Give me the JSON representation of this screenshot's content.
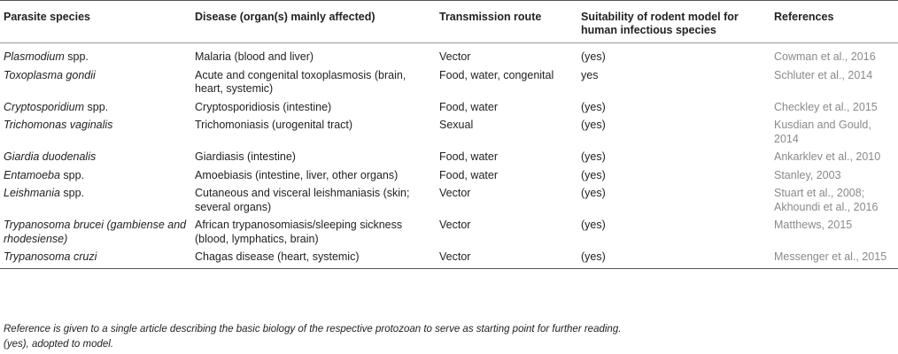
{
  "headers": {
    "species": "Parasite species",
    "disease": "Disease (organ(s) mainly affected)",
    "transmission": "Transmission route",
    "suitability": "Suitability of rodent model for human infectious species",
    "references": "References"
  },
  "rows": [
    {
      "species": "Plasmodium",
      "species_suffix": " spp.",
      "disease": "Malaria (blood and liver)",
      "transmission": "Vector",
      "suitability": "(yes)",
      "references": "Cowman et al., 2016"
    },
    {
      "species": "Toxoplasma gondii",
      "species_suffix": "",
      "disease": "Acute and congenital toxoplasmosis (brain, heart, systemic)",
      "transmission": "Food, water, congenital",
      "suitability": "yes",
      "references": "Schluter et al., 2014"
    },
    {
      "species": "Cryptosporidium",
      "species_suffix": " spp.",
      "disease": "Cryptosporidiosis (intestine)",
      "transmission": "Food, water",
      "suitability": "(yes)",
      "references": "Checkley et al., 2015"
    },
    {
      "species": "Trichomonas vaginalis",
      "species_suffix": "",
      "disease": "Trichomoniasis (urogenital tract)",
      "transmission": "Sexual",
      "suitability": "(yes)",
      "references": "Kusdian and Gould, 2014"
    },
    {
      "species": "Giardia duodenalis",
      "species_suffix": "",
      "disease": "Giardiasis (intestine)",
      "transmission": "Food, water",
      "suitability": "(yes)",
      "references": "Ankarklev et al., 2010"
    },
    {
      "species": "Entamoeba",
      "species_suffix": " spp.",
      "disease": "Amoebiasis (intestine, liver, other organs)",
      "transmission": "Food, water",
      "suitability": "(yes)",
      "references": "Stanley, 2003"
    },
    {
      "species": "Leishmania",
      "species_suffix": " spp.",
      "disease": "Cutaneous and visceral leishmaniasis (skin; several organs)",
      "transmission": "Vector",
      "suitability": "(yes)",
      "references": "Stuart et al., 2008; Akhoundi et al., 2016"
    },
    {
      "species": "Trypanosoma brucei (gambiense and rhodesiense)",
      "species_suffix": "",
      "disease": "African trypanosomiasis/sleeping sickness (blood, lymphatics, brain)",
      "transmission": "Vector",
      "suitability": "(yes)",
      "references": "Matthews, 2015"
    },
    {
      "species": "Trypanosoma cruzi",
      "species_suffix": "",
      "disease": "Chagas disease (heart, systemic)",
      "transmission": "Vector",
      "suitability": "(yes)",
      "references": "Messenger et al., 2015"
    }
  ],
  "footnotes": {
    "note1": "Reference is given to a single article describing the basic biology of the respective protozoan to serve as starting point for further reading.",
    "note2": "(yes), adopted to model."
  }
}
